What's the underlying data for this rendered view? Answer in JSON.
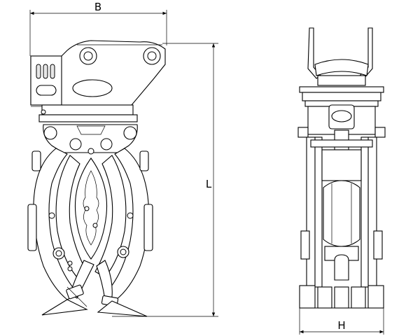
{
  "dimensions": {
    "width_label": "B",
    "length_label": "L",
    "height_label": "H"
  }
}
